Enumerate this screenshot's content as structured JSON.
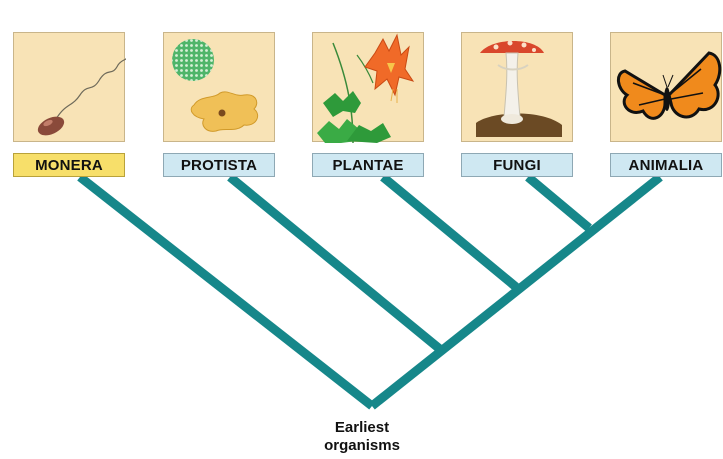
{
  "kingdoms": [
    {
      "label": "MONERA",
      "icon": "bacterium-icon"
    },
    {
      "label": "PROTISTA",
      "icon": "protist-icon"
    },
    {
      "label": "PLANTAE",
      "icon": "columbine-flower-icon"
    },
    {
      "label": "FUNGI",
      "icon": "mushroom-icon"
    },
    {
      "label": "ANIMALIA",
      "icon": "monarch-butterfly-icon"
    }
  ],
  "root": {
    "line1": "Earliest",
    "line2": "organisms"
  },
  "colors": {
    "branch": "#16878a",
    "panel_bg": "#f8e3b6",
    "monera_label_bg": "#f7df6a",
    "other_label_bg": "#cfe8f2"
  }
}
